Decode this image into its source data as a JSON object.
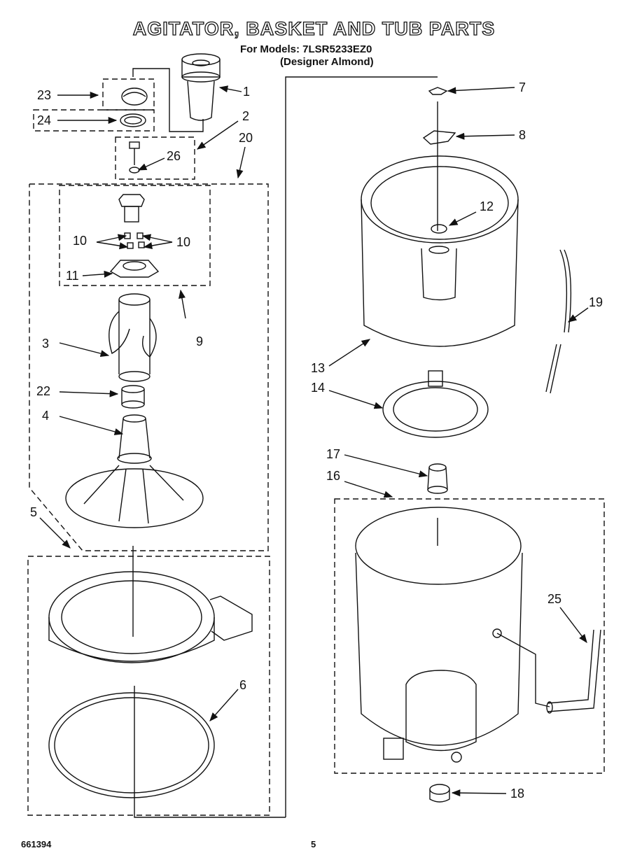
{
  "header": {
    "title": "AGITATOR, BASKET AND TUB PARTS",
    "models_line": "For Models: 7LSR5233EZ0",
    "color_line": "(Designer Almond)"
  },
  "footer": {
    "doc_number": "661394",
    "page_number": "5"
  },
  "callouts": {
    "c1": "1",
    "c2": "2",
    "c3": "3",
    "c4": "4",
    "c5": "5",
    "c6": "6",
    "c7": "7",
    "c8": "8",
    "c9": "9",
    "c10a": "10",
    "c10b": "10",
    "c11": "11",
    "c12": "12",
    "c13": "13",
    "c14": "14",
    "c16": "16",
    "c17": "17",
    "c18": "18",
    "c19": "19",
    "c20": "20",
    "c22": "22",
    "c23": "23",
    "c24": "24",
    "c25": "25",
    "c26": "26"
  }
}
